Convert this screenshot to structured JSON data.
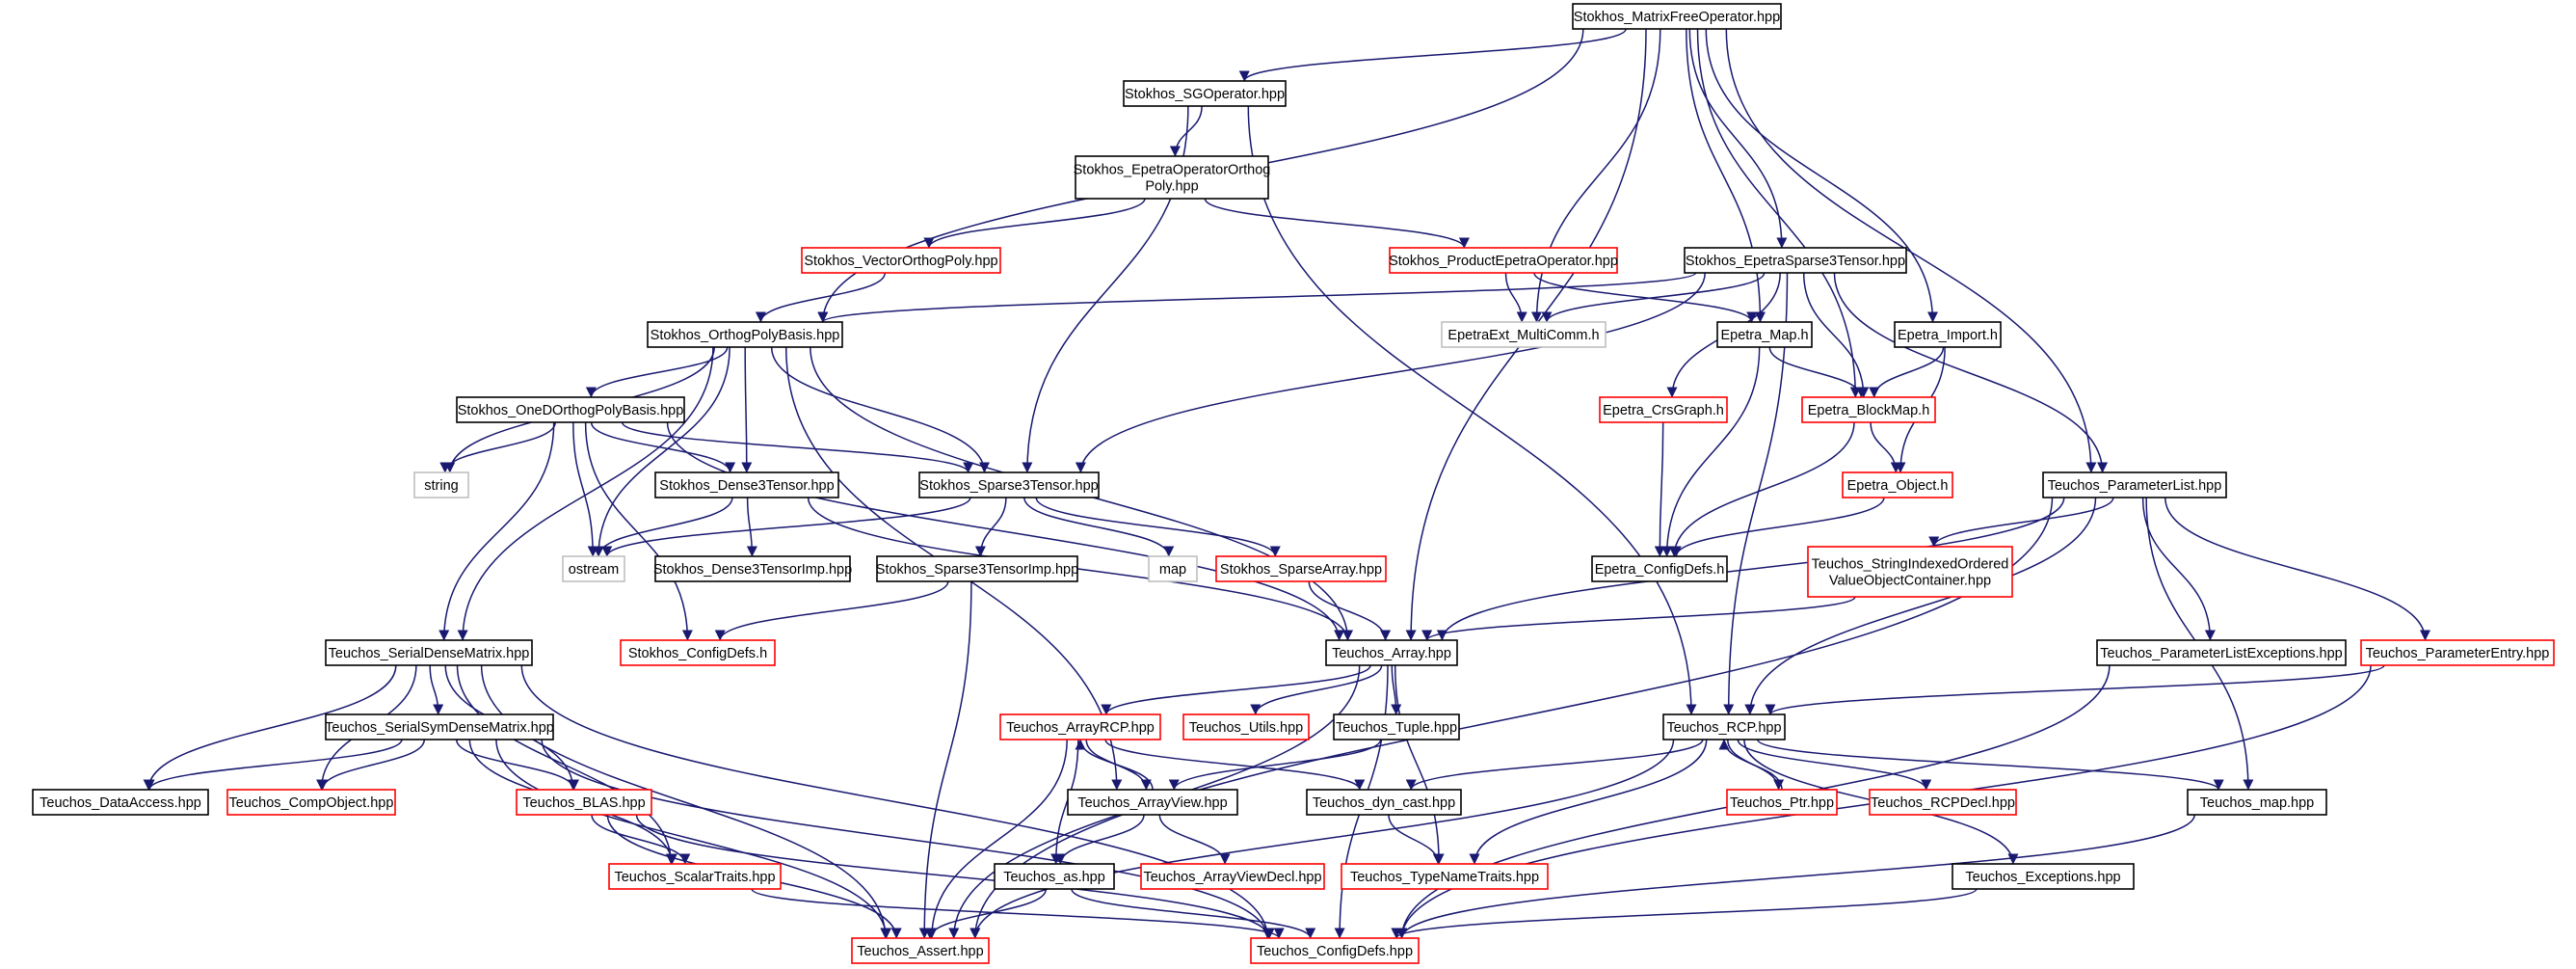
{
  "colors": {
    "edge": "#191970",
    "border_black": "#000000",
    "border_red": "#ff0000",
    "border_gray": "#bfbfbf",
    "root_fill": "#bfbfbf",
    "node_fill": "#ffffff"
  },
  "nodes": [
    {
      "id": "root",
      "label": "Stokhos_MatrixFreeOperator.hpp",
      "style": "root"
    },
    {
      "id": "sgop",
      "label": "Stokhos_SGOperator.hpp",
      "style": "black"
    },
    {
      "id": "epetraop",
      "label": "Stokhos_EpetraOperatorOrthogPoly.hpp",
      "style": "black"
    },
    {
      "id": "vectororthog",
      "label": "Stokhos_VectorOrthogPoly.hpp",
      "style": "red"
    },
    {
      "id": "prodop",
      "label": "Stokhos_ProductEpetraOperator.hpp",
      "style": "red"
    },
    {
      "id": "epetrasparse",
      "label": "Stokhos_EpetraSparse3Tensor.hpp",
      "style": "black"
    },
    {
      "id": "orthogpoly",
      "label": "Stokhos_OrthogPolyBasis.hpp",
      "style": "black"
    },
    {
      "id": "multicomm",
      "label": "EpetraExt_MultiComm.h",
      "style": "gray"
    },
    {
      "id": "epetramap",
      "label": "Epetra_Map.h",
      "style": "black"
    },
    {
      "id": "epetraimport",
      "label": "Epetra_Import.h",
      "style": "black"
    },
    {
      "id": "onedorthog",
      "label": "Stokhos_OneDOrthogPolyBasis.hpp",
      "style": "black"
    },
    {
      "id": "crsgraph",
      "label": "Epetra_CrsGraph.h",
      "style": "red"
    },
    {
      "id": "blockmap",
      "label": "Epetra_BlockMap.h",
      "style": "red"
    },
    {
      "id": "string",
      "label": "string",
      "style": "gray"
    },
    {
      "id": "dense3",
      "label": "Stokhos_Dense3Tensor.hpp",
      "style": "black"
    },
    {
      "id": "sparse3",
      "label": "Stokhos_Sparse3Tensor.hpp",
      "style": "black"
    },
    {
      "id": "epetraobject",
      "label": "Epetra_Object.h",
      "style": "red"
    },
    {
      "id": "paramlist",
      "label": "Teuchos_ParameterList.hpp",
      "style": "black"
    },
    {
      "id": "ostream",
      "label": "ostream",
      "style": "gray"
    },
    {
      "id": "dense3imp",
      "label": "Stokhos_Dense3TensorImp.hpp",
      "style": "black"
    },
    {
      "id": "map",
      "label": "map",
      "style": "gray"
    },
    {
      "id": "sparsearray",
      "label": "Stokhos_SparseArray.hpp",
      "style": "red"
    },
    {
      "id": "epetraconfig",
      "label": "Epetra_ConfigDefs.h",
      "style": "black"
    },
    {
      "id": "stringindexed",
      "label": "Teuchos_StringIndexedOrderedValueObjectContainer.hpp",
      "style": "red"
    },
    {
      "id": "sparse3imp",
      "label": "Stokhos_Sparse3TensorImp.hpp",
      "style": "black"
    },
    {
      "id": "serialdense",
      "label": "Teuchos_SerialDenseMatrix.hpp",
      "style": "black"
    },
    {
      "id": "stokhosconfig",
      "label": "Stokhos_ConfigDefs.h",
      "style": "red"
    },
    {
      "id": "array",
      "label": "Teuchos_Array.hpp",
      "style": "black"
    },
    {
      "id": "paramlistexc",
      "label": "Teuchos_ParameterListExceptions.hpp",
      "style": "black"
    },
    {
      "id": "paramentry",
      "label": "Teuchos_ParameterEntry.hpp",
      "style": "red"
    },
    {
      "id": "serialsym",
      "label": "Teuchos_SerialSymDenseMatrix.hpp",
      "style": "black"
    },
    {
      "id": "arrayrcp",
      "label": "Teuchos_ArrayRCP.hpp",
      "style": "red"
    },
    {
      "id": "utils",
      "label": "Teuchos_Utils.hpp",
      "style": "red"
    },
    {
      "id": "tuple",
      "label": "Teuchos_Tuple.hpp",
      "style": "black"
    },
    {
      "id": "rcp",
      "label": "Teuchos_RCP.hpp",
      "style": "black"
    },
    {
      "id": "dataaccess",
      "label": "Teuchos_DataAccess.hpp",
      "style": "black"
    },
    {
      "id": "compobject",
      "label": "Teuchos_CompObject.hpp",
      "style": "red"
    },
    {
      "id": "blas",
      "label": "Teuchos_BLAS.hpp",
      "style": "red"
    },
    {
      "id": "arrayview",
      "label": "Teuchos_ArrayView.hpp",
      "style": "black"
    },
    {
      "id": "dyncast",
      "label": "Teuchos_dyn_cast.hpp",
      "style": "black"
    },
    {
      "id": "ptr",
      "label": "Teuchos_Ptr.hpp",
      "style": "red"
    },
    {
      "id": "rcpdecl",
      "label": "Teuchos_RCPDecl.hpp",
      "style": "red"
    },
    {
      "id": "tmap",
      "label": "Teuchos_map.hpp",
      "style": "black"
    },
    {
      "id": "scalartraits",
      "label": "Teuchos_ScalarTraits.hpp",
      "style": "red"
    },
    {
      "id": "tas",
      "label": "Teuchos_as.hpp",
      "style": "black"
    },
    {
      "id": "arrayviewdecl",
      "label": "Teuchos_ArrayViewDecl.hpp",
      "style": "red"
    },
    {
      "id": "typenametraits",
      "label": "Teuchos_TypeNameTraits.hpp",
      "style": "red"
    },
    {
      "id": "exceptions",
      "label": "Teuchos_Exceptions.hpp",
      "style": "black"
    },
    {
      "id": "assert",
      "label": "Teuchos_Assert.hpp",
      "style": "red"
    },
    {
      "id": "teuchosconfig",
      "label": "Teuchos_ConfigDefs.hpp",
      "style": "red"
    }
  ],
  "edges": [
    [
      "root",
      "sgop"
    ],
    [
      "root",
      "orthogpoly"
    ],
    [
      "root",
      "array"
    ],
    [
      "root",
      "multicomm"
    ],
    [
      "root",
      "epetrasparse"
    ],
    [
      "root",
      "epetramap"
    ],
    [
      "root",
      "epetraimport"
    ],
    [
      "root",
      "paramlist"
    ],
    [
      "root",
      "blockmap"
    ],
    [
      "sgop",
      "epetraop"
    ],
    [
      "sgop",
      "sparse3"
    ],
    [
      "sgop",
      "rcp"
    ],
    [
      "epetraop",
      "vectororthog"
    ],
    [
      "epetraop",
      "prodop"
    ],
    [
      "vectororthog",
      "orthogpoly"
    ],
    [
      "prodop",
      "multicomm"
    ],
    [
      "prodop",
      "epetramap"
    ],
    [
      "epetrasparse",
      "orthogpoly"
    ],
    [
      "epetrasparse",
      "multicomm"
    ],
    [
      "epetrasparse",
      "crsgraph"
    ],
    [
      "epetrasparse",
      "blockmap"
    ],
    [
      "epetrasparse",
      "sparse3"
    ],
    [
      "epetrasparse",
      "rcp"
    ],
    [
      "epetrasparse",
      "paramlist"
    ],
    [
      "orthogpoly",
      "onedorthog"
    ],
    [
      "orthogpoly",
      "string"
    ],
    [
      "orthogpoly",
      "dense3"
    ],
    [
      "orthogpoly",
      "sparse3"
    ],
    [
      "orthogpoly",
      "ostream"
    ],
    [
      "orthogpoly",
      "serialdense"
    ],
    [
      "orthogpoly",
      "arrayview"
    ],
    [
      "orthogpoly",
      "array"
    ],
    [
      "onedorthog",
      "string"
    ],
    [
      "onedorthog",
      "dense3"
    ],
    [
      "onedorthog",
      "sparse3"
    ],
    [
      "onedorthog",
      "ostream"
    ],
    [
      "onedorthog",
      "serialdense"
    ],
    [
      "onedorthog",
      "stokhosconfig"
    ],
    [
      "onedorthog",
      "array"
    ],
    [
      "dense3",
      "ostream"
    ],
    [
      "dense3",
      "dense3imp"
    ],
    [
      "dense3",
      "array"
    ],
    [
      "sparse3",
      "ostream"
    ],
    [
      "sparse3",
      "map"
    ],
    [
      "sparse3",
      "sparsearray"
    ],
    [
      "sparse3",
      "sparse3imp"
    ],
    [
      "sparse3imp",
      "stokhosconfig"
    ],
    [
      "sparse3imp",
      "assert"
    ],
    [
      "sparsearray",
      "array"
    ],
    [
      "epetramap",
      "blockmap"
    ],
    [
      "epetramap",
      "epetraconfig"
    ],
    [
      "epetraimport",
      "blockmap"
    ],
    [
      "epetraimport",
      "epetraobject"
    ],
    [
      "blockmap",
      "epetraobject"
    ],
    [
      "blockmap",
      "epetraconfig"
    ],
    [
      "epetraobject",
      "epetraconfig"
    ],
    [
      "crsgraph",
      "epetraconfig"
    ],
    [
      "paramlist",
      "stringindexed"
    ],
    [
      "paramlist",
      "array"
    ],
    [
      "paramlist",
      "paramlistexc"
    ],
    [
      "paramlist",
      "paramentry"
    ],
    [
      "paramlist",
      "rcp"
    ],
    [
      "paramlist",
      "assert"
    ],
    [
      "paramlist",
      "tmap"
    ],
    [
      "stringindexed",
      "array"
    ],
    [
      "paramentry",
      "rcp"
    ],
    [
      "paramentry",
      "teuchosconfig"
    ],
    [
      "paramlistexc",
      "teuchosconfig"
    ],
    [
      "array",
      "arrayrcp"
    ],
    [
      "array",
      "utils"
    ],
    [
      "array",
      "tuple"
    ],
    [
      "array",
      "assert"
    ],
    [
      "array",
      "typenametraits"
    ],
    [
      "array",
      "teuchosconfig"
    ],
    [
      "serialdense",
      "serialsym"
    ],
    [
      "serialdense",
      "dataaccess"
    ],
    [
      "serialdense",
      "compobject"
    ],
    [
      "serialdense",
      "blas"
    ],
    [
      "serialdense",
      "scalartraits"
    ],
    [
      "serialdense",
      "assert"
    ],
    [
      "serialdense",
      "teuchosconfig"
    ],
    [
      "serialsym",
      "dataaccess"
    ],
    [
      "serialsym",
      "compobject"
    ],
    [
      "serialsym",
      "blas"
    ],
    [
      "serialsym",
      "scalartraits"
    ],
    [
      "serialsym",
      "assert"
    ],
    [
      "serialsym",
      "teuchosconfig"
    ],
    [
      "blas",
      "scalartraits"
    ],
    [
      "blas",
      "assert"
    ],
    [
      "blas",
      "teuchosconfig"
    ],
    [
      "scalartraits",
      "teuchosconfig"
    ],
    [
      "arrayrcp",
      "arrayview"
    ],
    [
      "arrayrcp",
      "tas"
    ],
    [
      "arrayrcp",
      "dyncast"
    ],
    [
      "arrayrcp",
      "assert"
    ],
    [
      "arrayview",
      "arrayrcp"
    ],
    [
      "arrayview",
      "tas"
    ],
    [
      "arrayview",
      "arrayviewdecl"
    ],
    [
      "tuple",
      "arrayview"
    ],
    [
      "tas",
      "assert"
    ],
    [
      "tas",
      "teuchosconfig"
    ],
    [
      "dyncast",
      "typenametraits"
    ],
    [
      "rcp",
      "ptr"
    ],
    [
      "rcp",
      "rcpdecl"
    ],
    [
      "rcp",
      "dyncast"
    ],
    [
      "rcp",
      "tmap"
    ],
    [
      "rcp",
      "typenametraits"
    ],
    [
      "rcp",
      "exceptions"
    ],
    [
      "rcp",
      "assert"
    ],
    [
      "ptr",
      "rcp"
    ],
    [
      "tmap",
      "teuchosconfig"
    ],
    [
      "exceptions",
      "teuchosconfig"
    ]
  ]
}
